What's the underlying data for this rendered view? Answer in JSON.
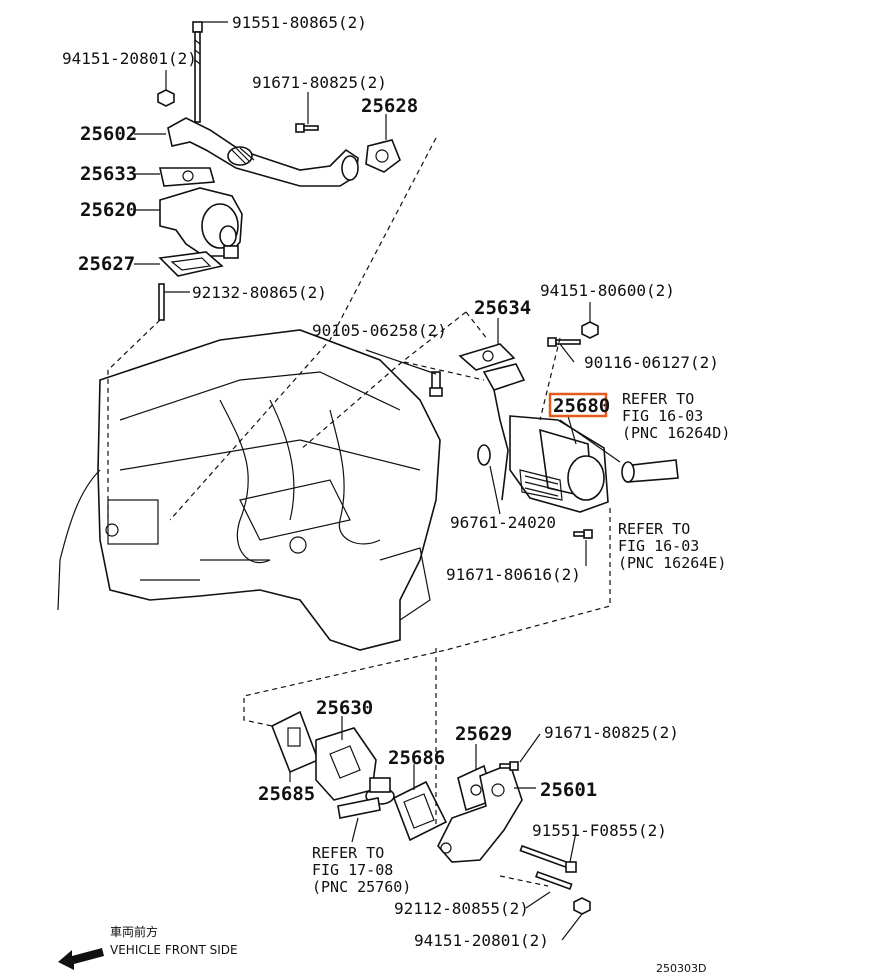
{
  "diagram": {
    "highlight_color": "#e35a1c",
    "callouts": {
      "p91551_80865": "91551-80865(2)",
      "p94151_20801_top": "94151-20801(2)",
      "p91671_80825_top": "91671-80825(2)",
      "p25628": "25628",
      "p25602": "25602",
      "p25633": "25633",
      "p25620": "25620",
      "p25627": "25627",
      "p92132_80865": "92132-80865(2)",
      "p94151_80600": "94151-80600(2)",
      "p25634": "25634",
      "p90105_06258": "90105-06258(2)",
      "p90116_06127": "90116-06127(2)",
      "p25680": "25680",
      "p96761_24020": "96761-24020",
      "p91671_80616": "91671-80616(2)",
      "p25630": "25630",
      "p25629": "25629",
      "p91671_80825_bot": "91671-80825(2)",
      "p25686": "25686",
      "p25601": "25601",
      "p25685": "25685",
      "p91551_F0855": "91551-F0855(2)",
      "p92112_80855": "92112-80855(2)",
      "p94151_20801_bot": "94151-20801(2)"
    },
    "refs": {
      "ref1": [
        "REFER TO",
        "FIG 16-03",
        "(PNC 16264D)"
      ],
      "ref2": [
        "REFER TO",
        "FIG 16-03",
        "(PNC 16264E)"
      ],
      "ref3": [
        "REFER TO",
        "FIG 17-08",
        "(PNC 25760)"
      ]
    },
    "front_side": {
      "jp": "車両前方",
      "en": "VEHICLE FRONT SIDE",
      "arrow_icon": "arrow-left-icon"
    },
    "diagram_code": "250303D"
  }
}
